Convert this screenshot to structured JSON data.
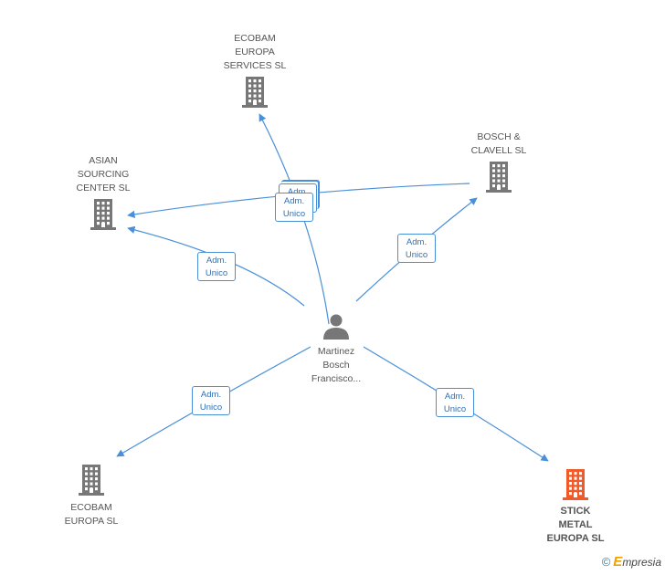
{
  "nodes": [
    {
      "id": "ecobam-europa-services",
      "label": "ECOBAM\nEUROPA\nSERVICES  SL",
      "type": "company",
      "icon": "building-icon",
      "color": "#777777"
    },
    {
      "id": "asian-sourcing",
      "label": "ASIAN\nSOURCING\nCENTER SL",
      "type": "company",
      "icon": "building-icon",
      "color": "#777777"
    },
    {
      "id": "bosch-clavell",
      "label": "BOSCH &\nCLAVELL SL",
      "type": "company",
      "icon": "building-icon",
      "color": "#777777"
    },
    {
      "id": "martinez-bosch",
      "label": "Martinez\nBosch\nFrancisco...",
      "type": "person",
      "icon": "person-icon",
      "color": "#777777"
    },
    {
      "id": "ecobam-europa",
      "label": "ECOBAM\nEUROPA SL",
      "type": "company",
      "icon": "building-icon",
      "color": "#777777"
    },
    {
      "id": "stick-metal",
      "label": "STICK\nMETAL\nEUROPA SL",
      "type": "company",
      "icon": "building-icon",
      "color": "#f15a29",
      "highlight": true
    }
  ],
  "edges": [
    {
      "id": "e1",
      "from": "martinez-bosch",
      "to": "ecobam-europa-services",
      "label": "Adm.\nUnico"
    },
    {
      "id": "e2",
      "from": "bosch-clavell",
      "to": "asian-sourcing",
      "label": "Adm.\nUnico"
    },
    {
      "id": "e3",
      "from": "martinez-bosch",
      "to": "asian-sourcing",
      "label": "Adm.\nUnico"
    },
    {
      "id": "e4",
      "from": "martinez-bosch",
      "to": "bosch-clavell",
      "label": "Adm.\nUnico"
    },
    {
      "id": "e5",
      "from": "martinez-bosch",
      "to": "ecobam-europa",
      "label": "Adm.\nUnico"
    },
    {
      "id": "e6",
      "from": "martinez-bosch",
      "to": "stick-metal",
      "label": "Adm.\nUnico"
    }
  ],
  "colors": {
    "edge": "#4a90d9",
    "edge_label_text": "#2f6fb5",
    "node_default": "#777777",
    "node_highlight": "#f15a29"
  },
  "copyright": {
    "symbol": "©",
    "brand_initial": "E",
    "brand_rest": "mpresia"
  }
}
